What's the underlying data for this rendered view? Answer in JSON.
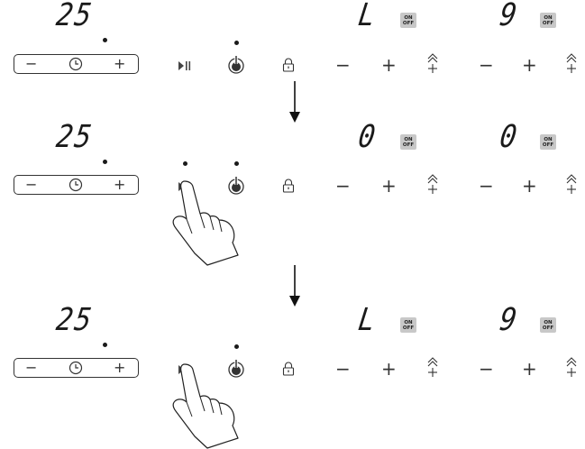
{
  "panels": [
    {
      "timer_digits": "25",
      "timer_controls": {
        "minus": "−",
        "plus": "+"
      },
      "zone_left": {
        "display": "L",
        "onoff_top": "ON",
        "onoff_bottom": "OFF",
        "minus": "−",
        "plus": "+"
      },
      "zone_right": {
        "display": "9",
        "onoff_top": "ON",
        "onoff_bottom": "OFF",
        "minus": "−",
        "plus": "+"
      },
      "active_indicators": [
        "power"
      ],
      "hand": "none"
    },
    {
      "timer_digits": "25",
      "timer_controls": {
        "minus": "−",
        "plus": "+"
      },
      "zone_left": {
        "display": "0",
        "onoff_top": "ON",
        "onoff_bottom": "OFF",
        "minus": "−",
        "plus": "+"
      },
      "zone_right": {
        "display": "0",
        "onoff_top": "ON",
        "onoff_bottom": "OFF",
        "minus": "−",
        "plus": "+"
      },
      "active_indicators": [
        "pause",
        "power"
      ],
      "hand": "pressing-pause"
    },
    {
      "timer_digits": "25",
      "timer_controls": {
        "minus": "−",
        "plus": "+"
      },
      "zone_left": {
        "display": "L",
        "onoff_top": "ON",
        "onoff_bottom": "OFF",
        "minus": "−",
        "plus": "+"
      },
      "zone_right": {
        "display": "9",
        "onoff_top": "ON",
        "onoff_bottom": "OFF",
        "minus": "−",
        "plus": "+"
      },
      "active_indicators": [
        "power"
      ],
      "hand": "pressing-pause"
    }
  ],
  "icons": {
    "clock": "clock-icon",
    "pause": "play-pause-icon",
    "power": "power-icon",
    "lock": "lock-icon",
    "boost": "boost-icon",
    "arrow": "down-arrow-icon",
    "hand": "pointing-hand-icon"
  }
}
